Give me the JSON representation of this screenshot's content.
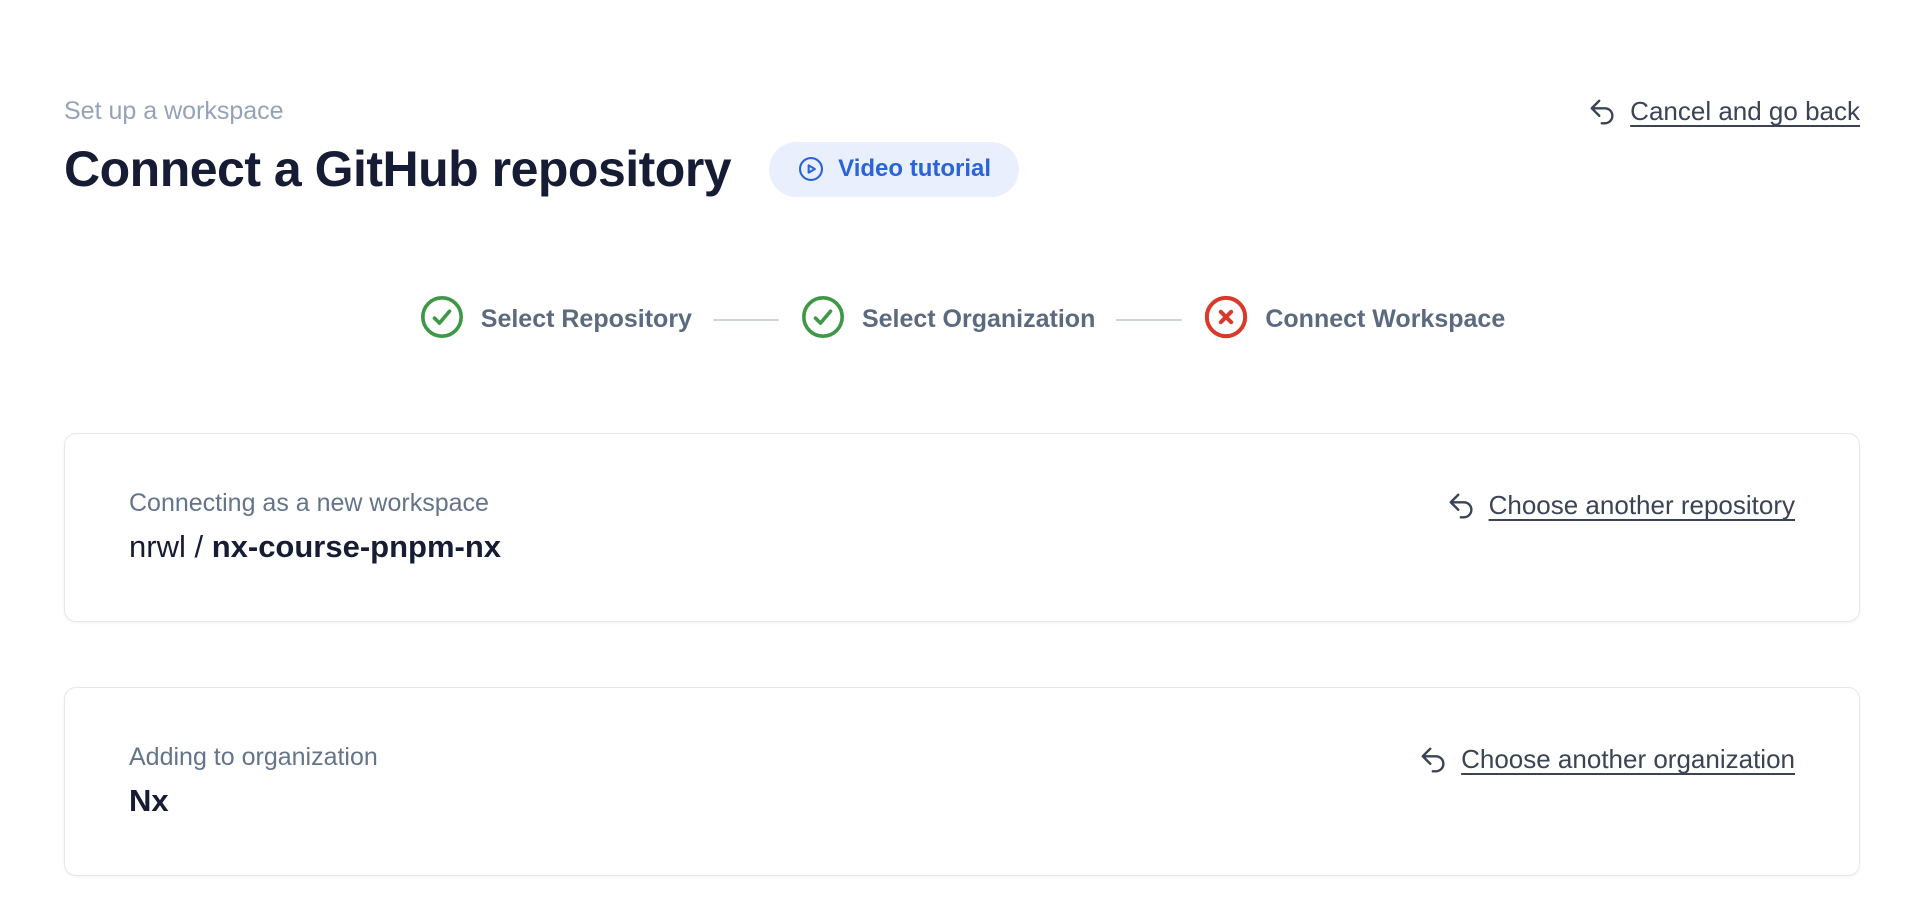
{
  "theme": {
    "accent-blue": "#2b63d9",
    "pill-bg": "#e9effc",
    "success-green": "#3f9846",
    "error-red": "#d93a2b",
    "title-color": "#171c35",
    "eyebrow": "#94a3b8",
    "muted": "#64748b",
    "step-label": "#5c6a80",
    "link-color": "#3a4454",
    "connector": "#ccd3e0",
    "card-border": "#e4e7ee"
  },
  "header": {
    "eyebrow": "Set up a workspace",
    "title": "Connect a GitHub repository",
    "video_button_label": "Video tutorial",
    "cancel_link_label": "Cancel and go back"
  },
  "stepper": {
    "steps": [
      {
        "label": "Select Repository",
        "status": "complete"
      },
      {
        "label": "Select Organization",
        "status": "complete"
      },
      {
        "label": "Connect Workspace",
        "status": "error"
      }
    ]
  },
  "cards": {
    "repository": {
      "label": "Connecting as a new workspace",
      "org": "nrwl",
      "separator": " / ",
      "repo": "nx-course-pnpm-nx",
      "action_label": "Choose another repository"
    },
    "organization": {
      "label": "Adding to organization",
      "value": "Nx",
      "action_label": "Choose another organization"
    }
  },
  "icons": {
    "video_button": "play-circle",
    "back_links": "arrow-uturn-left",
    "step_complete": "check-circle",
    "step_error": "x-circle"
  }
}
